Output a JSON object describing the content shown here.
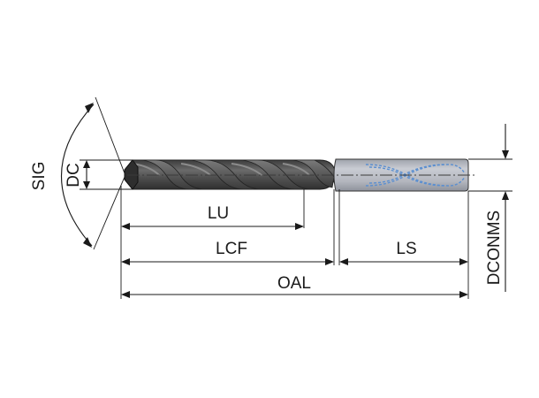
{
  "labels": {
    "sig": "SIG",
    "dc": "DC",
    "lu": "LU",
    "lcf": "LCF",
    "ls": "LS",
    "oal": "OAL",
    "dconms": "DCONMS"
  },
  "colors": {
    "body_dark": "#4a4a4a",
    "body_mid": "#6e6e6e",
    "body_light": "#9a9a9a",
    "shank": "#b9bcc4",
    "coolant": "#6fa0d8",
    "line": "#1a1a1a"
  }
}
